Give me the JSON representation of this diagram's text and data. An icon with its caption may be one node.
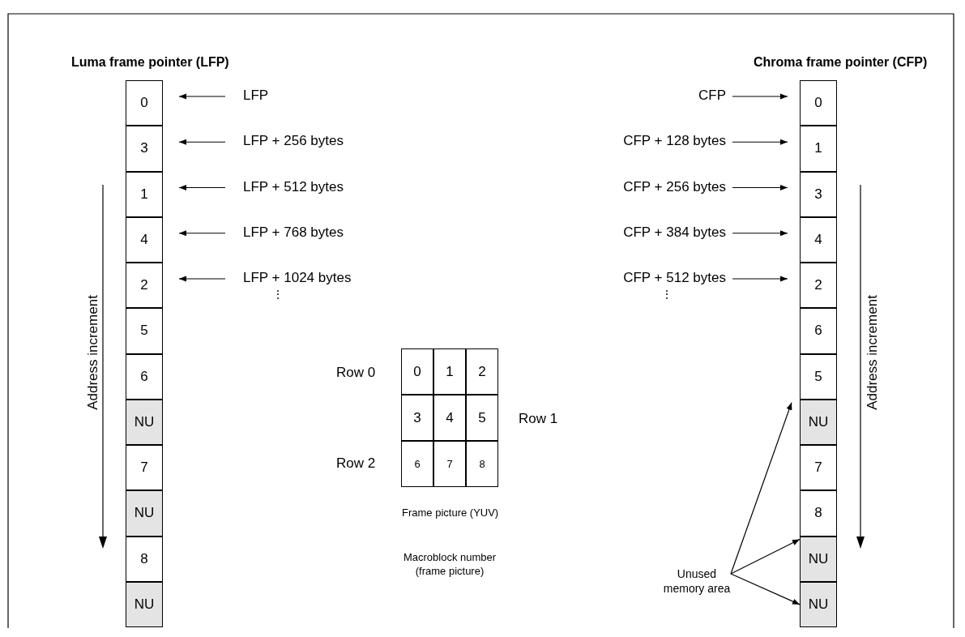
{
  "diagram": {
    "nodes": [
      {
        "text": [
          "0"
        ]
      },
      {
        "text": [
          "3"
        ]
      },
      {
        "text": [
          "1"
        ]
      },
      {
        "text": [
          "4"
        ]
      },
      {
        "text": [
          "2"
        ]
      },
      {
        "text": [
          "5"
        ]
      },
      {
        "text": [
          "6"
        ]
      },
      {
        "text": [
          "NU"
        ]
      },
      {
        "text": [
          "7"
        ]
      },
      {
        "text": [
          "NU"
        ]
      },
      {
        "text": [
          "8"
        ]
      },
      {
        "text": [
          "NU"
        ]
      },
      {
        "text": [
          "0"
        ]
      },
      {
        "text": [
          "1"
        ]
      },
      {
        "text": [
          "3"
        ]
      },
      {
        "text": [
          "4"
        ]
      },
      {
        "text": [
          "2"
        ]
      },
      {
        "text": [
          "6"
        ]
      },
      {
        "text": [
          "5"
        ]
      },
      {
        "text": [
          "NU"
        ]
      },
      {
        "text": [
          "7"
        ]
      },
      {
        "text": [
          "8"
        ]
      },
      {
        "text": [
          "NU"
        ]
      },
      {
        "text": [
          "NU"
        ]
      },
      {
        "text": [
          "0"
        ]
      },
      {
        "text": [
          "1"
        ]
      },
      {
        "text": [
          "2"
        ]
      },
      {
        "text": [
          "3"
        ]
      },
      {
        "text": [
          "4"
        ]
      },
      {
        "text": [
          "5"
        ]
      },
      {
        "text": [
          "6"
        ]
      },
      {
        "text": [
          "7"
        ]
      },
      {
        "text": [
          "8"
        ]
      },
      {
        "text": [
          "LFP"
        ]
      },
      {
        "text": [
          "LFP + 256 bytes"
        ]
      },
      {
        "text": [
          "LFP + 512 bytes"
        ]
      },
      {
        "text": [
          "LFP + 768 bytes"
        ]
      },
      {
        "text": [
          "LFP + 1024 bytes"
        ]
      },
      {
        "text": [
          "CFP"
        ]
      },
      {
        "text": [
          "CFP + 128 bytes"
        ]
      },
      {
        "text": [
          "CFP + 256 bytes"
        ]
      },
      {
        "text": [
          "CFP + 384 bytes"
        ]
      },
      {
        "text": [
          "CFP + 512 bytes"
        ]
      },
      {
        "text": [
          "Unused memory area"
        ]
      }
    ],
    "edges": [
      {
        "from": 33,
        "to": 0,
        "arrow": "to"
      },
      {
        "from": 34,
        "to": 1,
        "arrow": "to"
      },
      {
        "from": 35,
        "to": 2,
        "arrow": "to"
      },
      {
        "from": 36,
        "to": 3,
        "arrow": "to"
      },
      {
        "from": 37,
        "to": 4,
        "arrow": "to"
      },
      {
        "from": 38,
        "to": 12,
        "arrow": "to"
      },
      {
        "from": 39,
        "to": 13,
        "arrow": "to"
      },
      {
        "from": 40,
        "to": 14,
        "arrow": "to"
      },
      {
        "from": 41,
        "to": 15,
        "arrow": "to"
      },
      {
        "from": 42,
        "to": 16,
        "arrow": "to"
      },
      {
        "from": 43,
        "to": 19,
        "arrow": "to"
      },
      {
        "from": 43,
        "to": 22,
        "arrow": "to"
      },
      {
        "from": 43,
        "to": 23,
        "arrow": "to"
      }
    ],
    "labels": [
      "Luma frame pointer (LFP)",
      "Chroma frame pointer (CFP)",
      "⋮",
      "⋮",
      "Address increment",
      "Address increment",
      "Row 0",
      "Row 1",
      "Row 2",
      "Frame picture (YUV)",
      "Macroblock number (frame picture)"
    ]
  }
}
